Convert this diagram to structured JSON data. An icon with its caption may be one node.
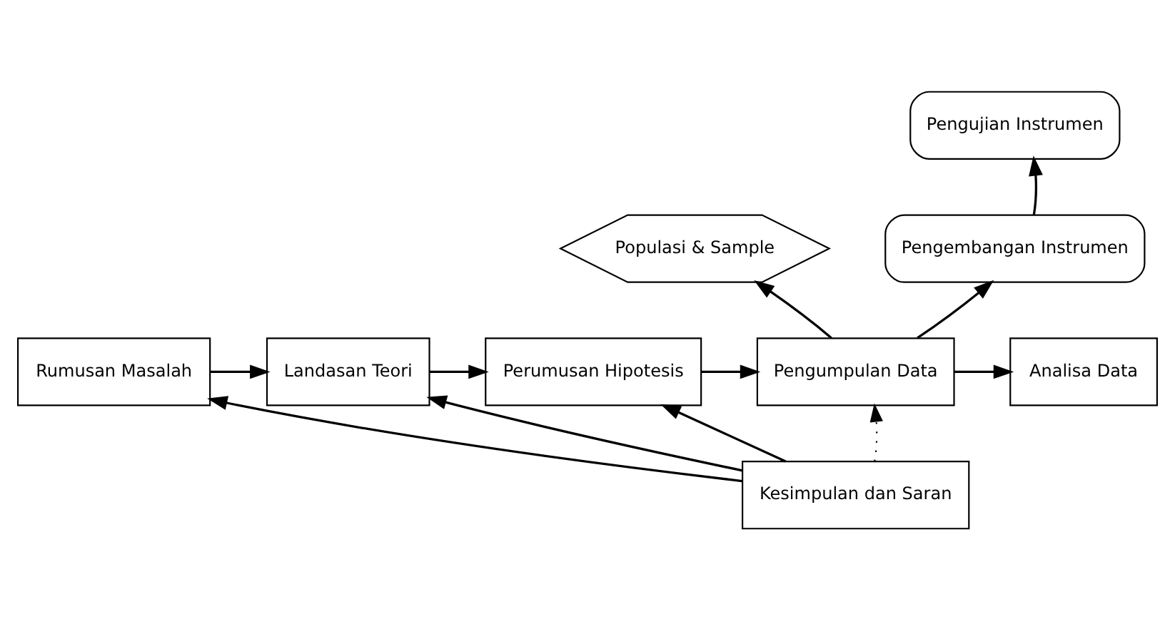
{
  "diagram": {
    "nodes": [
      {
        "text": [
          "Rumusan Masalah"
        ]
      },
      {
        "text": [
          "Landasan Teori"
        ]
      },
      {
        "text": [
          "Perumusan Hipotesis"
        ]
      },
      {
        "text": [
          "Pengumpulan Data"
        ]
      },
      {
        "text": [
          "Analisa Data"
        ]
      },
      {
        "text": [
          "Populasi & Sample"
        ]
      },
      {
        "text": [
          "Pengembangan Instrumen"
        ]
      },
      {
        "text": [
          "Pengujian Instrumen"
        ]
      },
      {
        "text": [
          "Kesimpulan dan Saran"
        ]
      }
    ],
    "edges": [
      {
        "from": 0,
        "to": 1,
        "arrow": "to"
      },
      {
        "from": 1,
        "to": 2,
        "arrow": "to"
      },
      {
        "from": 2,
        "to": 3,
        "arrow": "to"
      },
      {
        "from": 3,
        "to": 4,
        "arrow": "to"
      },
      {
        "from": 3,
        "to": 5,
        "arrow": "to"
      },
      {
        "from": 3,
        "to": 6,
        "arrow": "to"
      },
      {
        "from": 6,
        "to": 7,
        "arrow": "to"
      },
      {
        "from": 8,
        "to": 0,
        "arrow": "to"
      },
      {
        "from": 8,
        "to": 1,
        "arrow": "to"
      },
      {
        "from": 8,
        "to": 2,
        "arrow": "to"
      },
      {
        "from": 8,
        "to": 3,
        "arrow": "to",
        "style": "dashed"
      }
    ]
  }
}
